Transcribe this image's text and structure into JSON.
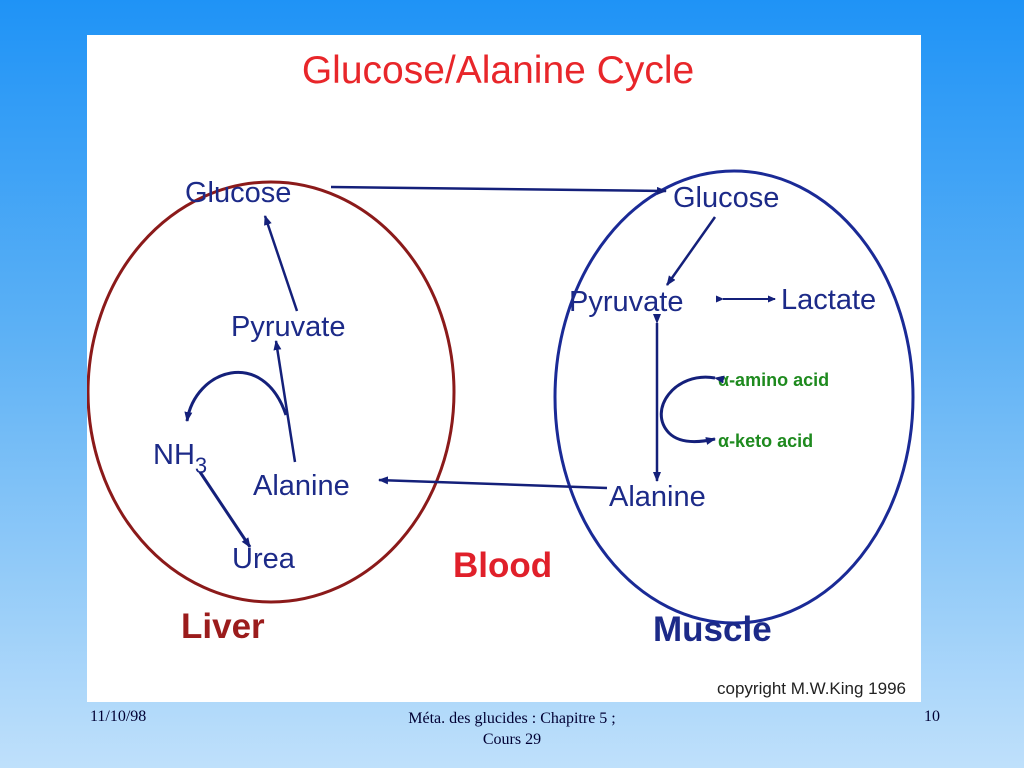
{
  "slide": {
    "footer_date": "11/10/98",
    "footer_title_line1": "Méta. des glucides : Chapitre 5 ;",
    "footer_title_line2": "Cours 29",
    "page_number": "10"
  },
  "diagram": {
    "title": "Glucose/Alanine Cycle",
    "liver": {
      "label": "Liver",
      "glucose": "Glucose",
      "pyruvate": "Pyruvate",
      "nh3_main": "NH",
      "nh3_sub": "3",
      "alanine": "Alanine",
      "urea": "Urea"
    },
    "muscle": {
      "label": "Muscle",
      "glucose": "Glucose",
      "pyruvate": "Pyruvate",
      "lactate": "Lactate",
      "amino_acid": "α-amino acid",
      "keto_acid": "α-keto acid",
      "alanine": "Alanine"
    },
    "blood_label": "Blood",
    "copyright": "copyright M.W.King 1996"
  },
  "colors": {
    "title": "#e8262a",
    "liver_ellipse": "#8b1a1a",
    "muscle_ellipse": "#1a2a96",
    "node_text": "#1c2a88",
    "arrow": "#14207a",
    "acid_text": "#1e8a1e",
    "blood": "#e0202a",
    "liver_label": "#9b1c1c",
    "muscle_label": "#1c2a88"
  }
}
